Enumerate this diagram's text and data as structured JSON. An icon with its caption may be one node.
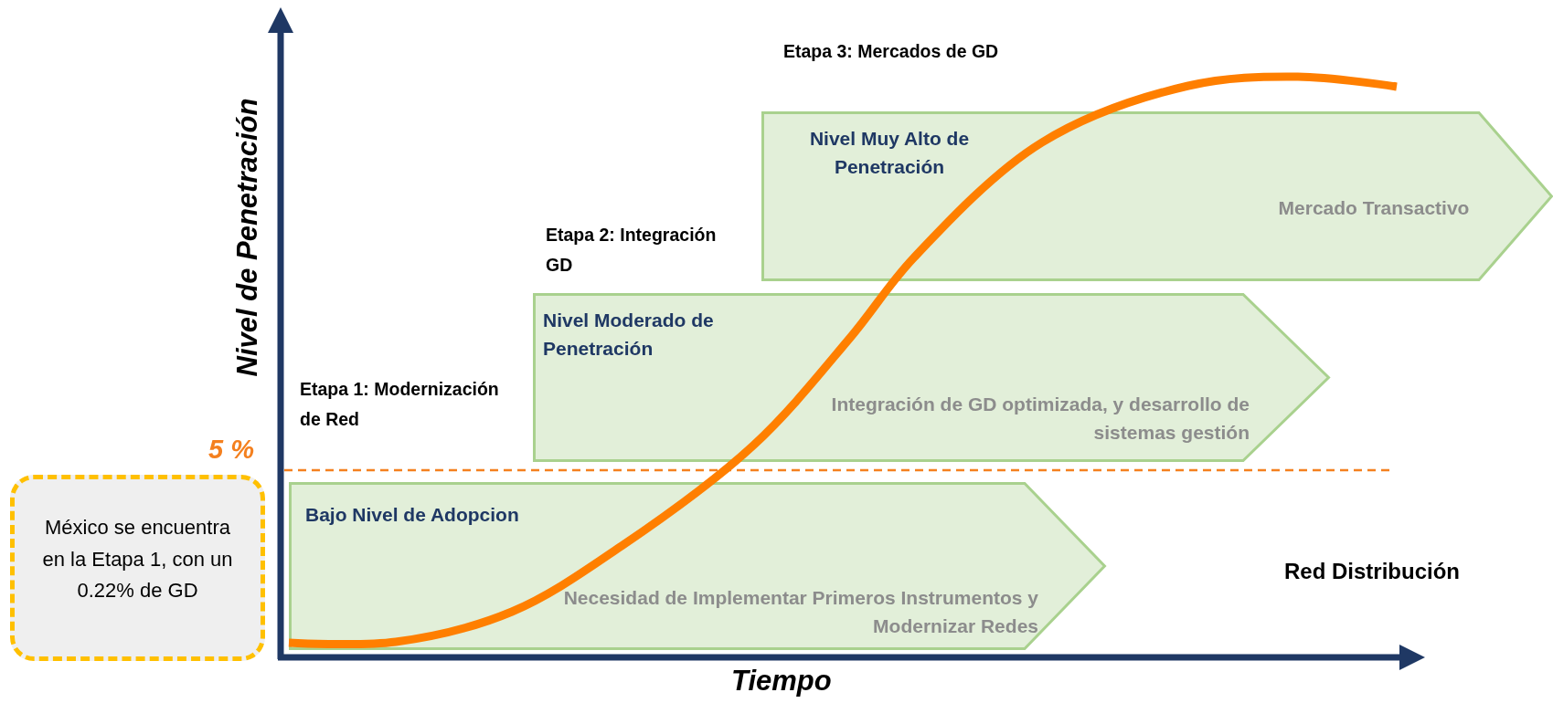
{
  "diagram": {
    "nodes": [
      {
        "text": [
          "México se encuentra en la Etapa 1, con un 0.22% de GD"
        ]
      },
      {
        "text": [
          "Bajo Nivel de Adopcion",
          "Necesidad de Implementar Primeros Instrumentos y Modernizar Redes"
        ],
        "beside": [
          "Etapa 1: Modernización de Red"
        ]
      },
      {
        "text": [
          "Nivel Moderado de Penetración",
          "Integración de GD optimizada, y desarrollo de sistemas gestión"
        ],
        "beside": [
          "Etapa 2: Integración GD"
        ]
      },
      {
        "text": [
          "Nivel Muy Alto de Penetración",
          "Mercado Transactivo"
        ],
        "beside": [
          "Etapa 3: Mercados de GD"
        ]
      }
    ],
    "edges": [],
    "labels": [
      "Nivel de Penetración",
      "5 %",
      "Red Distribución",
      "Tiempo"
    ]
  }
}
